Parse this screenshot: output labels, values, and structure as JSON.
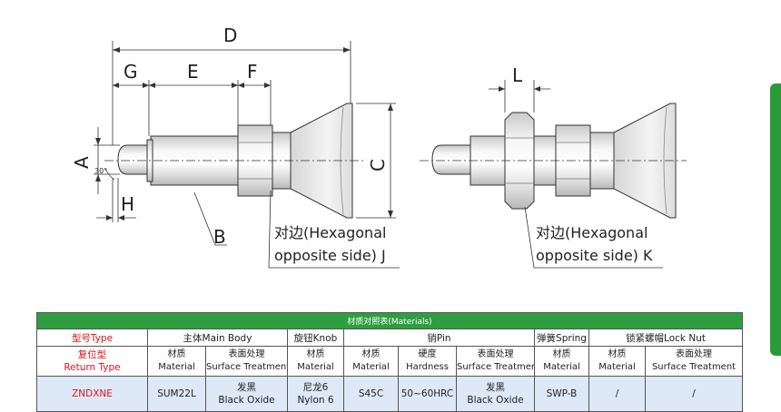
{
  "drawing": {
    "dimension_labels": {
      "D": "D",
      "G": "G",
      "E": "E",
      "F": "F",
      "A": "A",
      "H": "H",
      "B": "B",
      "C": "C",
      "L": "L",
      "angle": "30°"
    },
    "callout_left": {
      "line1": "对边(Hexagonal",
      "line2": "opposite side) J"
    },
    "callout_right": {
      "line1": "对边(Hexagonal",
      "line2": "opposite side) K"
    }
  },
  "table": {
    "title": "材质对照表(Materials)",
    "header": {
      "type_label": "型号Type",
      "main_body": "主体Main Body",
      "knob": "旋钮Knob",
      "pin": "销Pin",
      "spring": "弹簧Spring",
      "lock_nut": "锁紧螺帽Lock Nut"
    },
    "sub_header": {
      "return_type_cn": "复位型",
      "return_type_en": "Return Type",
      "material_cn": "材质",
      "material_en": "Material",
      "surface_cn": "表面处理",
      "surface_en": "Surface Treatment",
      "hardness_cn": "硬度",
      "hardness_en": "Hardness"
    },
    "row": {
      "model": "ZNDXNE",
      "main_body_material": "SUM22L",
      "main_body_surface_cn": "发黑",
      "main_body_surface_en": "Black Oxide",
      "knob_material_cn": "尼龙6",
      "knob_material_en": "Nylon 6",
      "pin_material": "S45C",
      "pin_hardness": "50~60HRC",
      "pin_surface_cn": "发黑",
      "pin_surface_en": "Black Oxide",
      "spring_material": "SWP-B",
      "lock_nut_material": "/",
      "lock_nut_surface": "/"
    }
  },
  "colors": {
    "table_header_green": "#2f9e41",
    "label_red": "#e0121a",
    "data_row_blue": "#dde9f7",
    "accent_green": "#2a9b3a"
  }
}
